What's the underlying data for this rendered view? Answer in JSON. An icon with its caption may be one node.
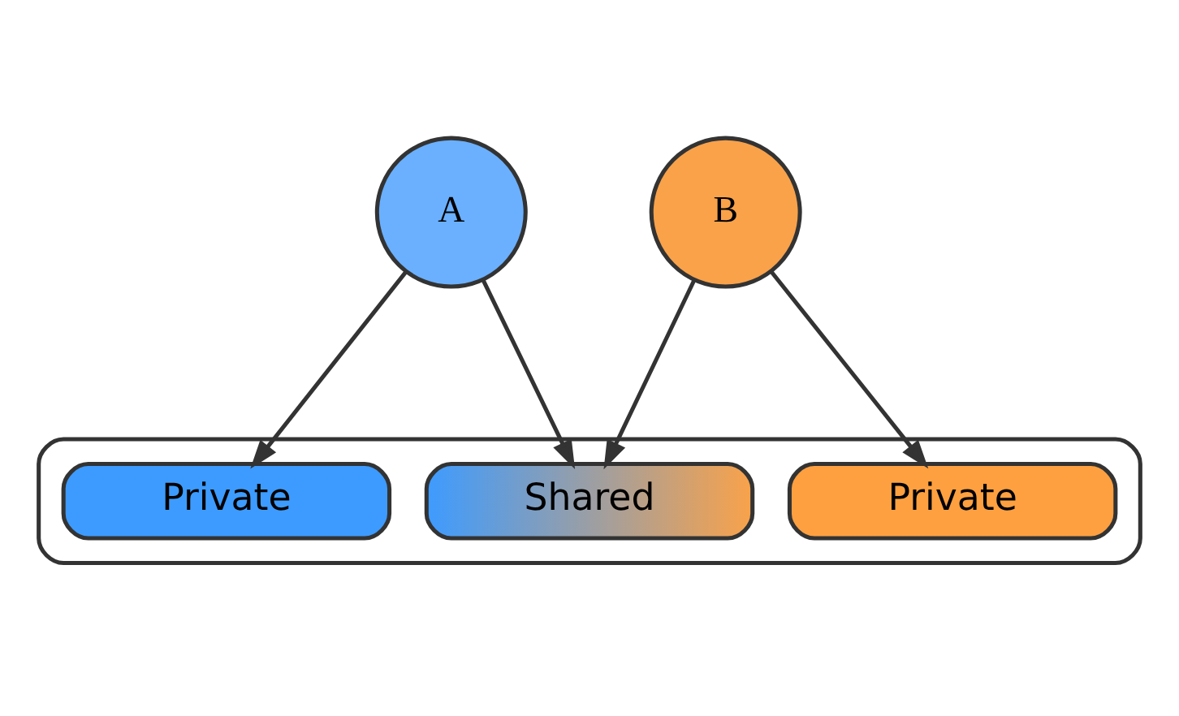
{
  "diagram": {
    "nodes": [
      {
        "text": [
          "A"
        ]
      },
      {
        "text": [
          "B"
        ]
      },
      {
        "text": [],
        "shape": "box"
      },
      {
        "text": [
          "Private"
        ],
        "in": 2
      },
      {
        "text": [
          "Shared"
        ],
        "in": 2
      },
      {
        "text": [
          "Private"
        ],
        "in": 2
      }
    ],
    "edges": [
      {
        "from": 0,
        "to": 3,
        "arrow": "to"
      },
      {
        "from": 0,
        "to": 4,
        "arrow": "to"
      },
      {
        "from": 1,
        "to": 4,
        "arrow": "to"
      },
      {
        "from": 1,
        "to": 5,
        "arrow": "to"
      }
    ]
  }
}
